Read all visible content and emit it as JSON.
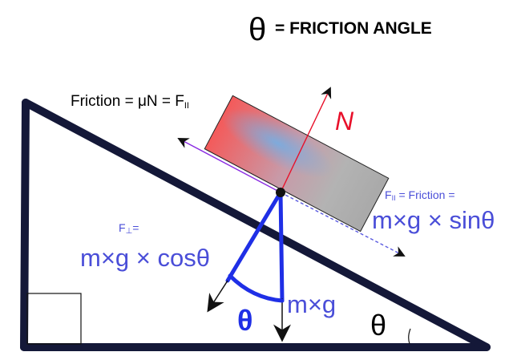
{
  "title": {
    "symbol": "θ",
    "text": "= FRICTION ANGLE"
  },
  "labels": {
    "friction_top": "Friction = μN = F",
    "friction_top_sub": "II",
    "normal": "N",
    "parallel_head": "F",
    "parallel_head_sub": "II",
    "parallel_head_rest": " = Friction =",
    "parallel_formula": "m×g × sinθ",
    "perp_head": "F",
    "perp_head_sub": "⊥",
    "perp_head_rest": "=",
    "perp_formula": "m×g × cosθ",
    "weight": "m×g",
    "theta_force": "θ",
    "theta_incline": "θ"
  },
  "colors": {
    "incline": "#141838",
    "blue_text": "#4a4ed8",
    "force_blue": "#1f2fe6",
    "normal_red": "#e8102a",
    "arrow_black": "#111111",
    "friction_purple": "#8a2be2",
    "parallel_dash": "#5a5ae0"
  }
}
